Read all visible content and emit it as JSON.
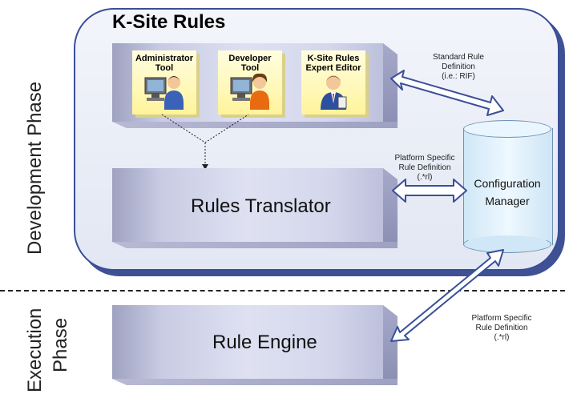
{
  "frame": {
    "title": "K-Site Rules"
  },
  "phases": {
    "development": "Development Phase",
    "execution_line1": "Execution",
    "execution_line2": "Phase"
  },
  "tools": [
    {
      "line1": "Administrator",
      "line2": "Tool"
    },
    {
      "line1": "Developer",
      "line2": "Tool"
    },
    {
      "line1": "K-Site Rules",
      "line2": "Expert Editor"
    }
  ],
  "rules_translator": "Rules Translator",
  "rule_engine": "Rule Engine",
  "config_manager": {
    "line1": "Configuration",
    "line2": "Manager"
  },
  "arrow_labels": {
    "standard": {
      "line1": "Standard Rule",
      "line2": "Definition",
      "line3": "(i.e.: RIF)"
    },
    "platform_top": {
      "line1": "Platform Specific",
      "line2": "Rule Definition",
      "line3": "(.*rl)"
    },
    "platform_bottom": {
      "line1": "Platform Specific",
      "line2": "Rule Definition",
      "line3": "(.*rl)"
    }
  },
  "colors": {
    "frame_border": "#3a4f98",
    "tool_fill": "#fff8b8",
    "cylinder_fill": "#dff0fb",
    "arrow_fill": "#ffffff",
    "arrow_stroke": "#3a4f98"
  }
}
